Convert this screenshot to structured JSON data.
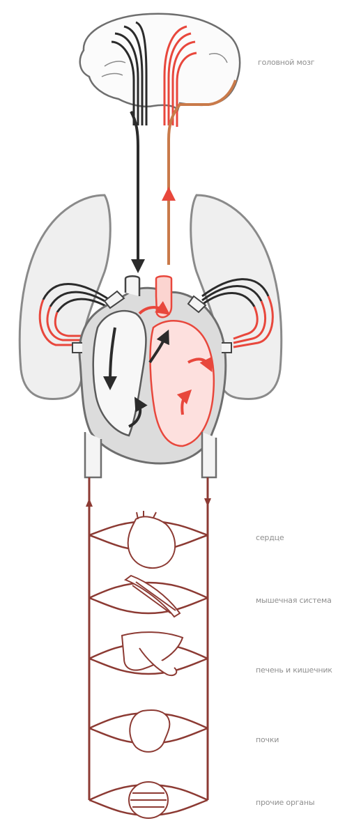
{
  "labels": {
    "brain": "головной мозг",
    "heart": "сердце",
    "muscle": "мышечная система",
    "liver": "печень и кишечник",
    "kidneys": "почки",
    "other": "прочие органы"
  },
  "colors": {
    "venous": "#2b2b2b",
    "arterial": "#e8473c",
    "systemic": "#8c3a33",
    "brain_return": "#c97a4a",
    "organ_outline": "#7a7a7a",
    "label_text": "#8f8f8f"
  }
}
